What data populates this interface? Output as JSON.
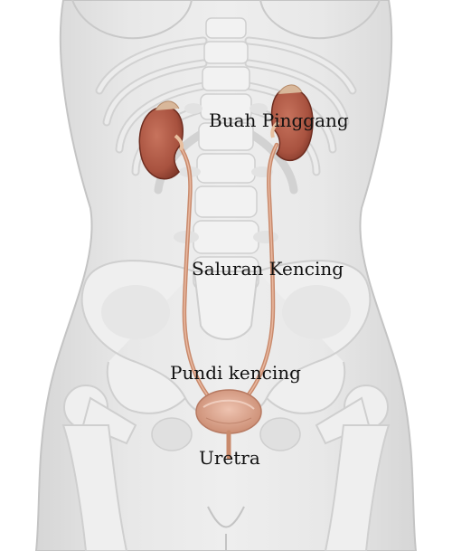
{
  "labels": {
    "kidney": "Buah Pinggang",
    "ureter": "Saluran Kencing",
    "bladder": "Pundi kencing",
    "urethra": "Uretra"
  },
  "colors": {
    "background": "#ffffff",
    "body": "#e6e6e6",
    "body_outline": "#c4c4c4",
    "bone": "#f2f2f2",
    "bone_outline": "#d2d2d2",
    "kidney": "#a8523f",
    "ureter": "#c98a6c",
    "bladder": "#d9a08a",
    "label_text": "#111111"
  }
}
